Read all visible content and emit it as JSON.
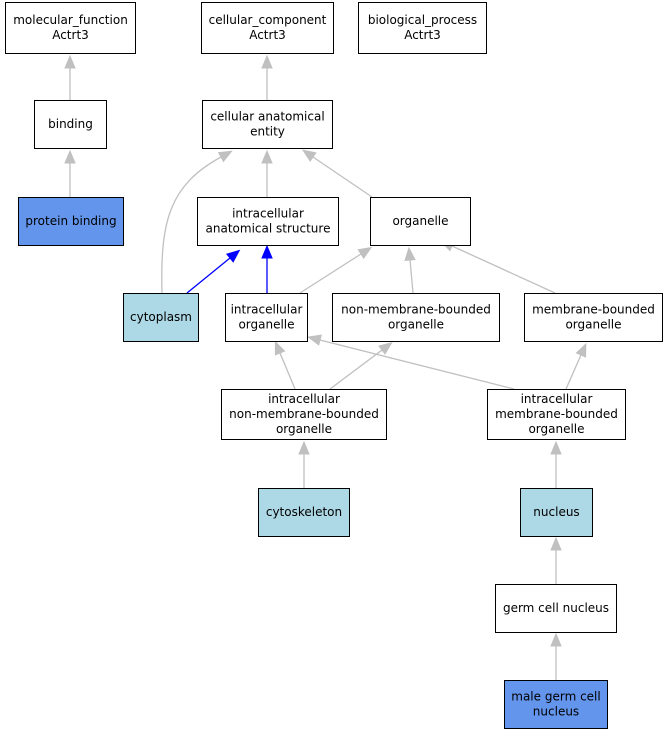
{
  "colors": {
    "edge_default": "#c0c0c0",
    "edge_highlight": "#0000ff",
    "node_default": "#ffffff",
    "node_annotated": "#add8e6",
    "node_direct": "#6495ed"
  },
  "nodes": [
    {
      "id": "molecular_function",
      "lines": [
        "molecular_function",
        "Actrt3"
      ],
      "style": "default"
    },
    {
      "id": "cellular_component",
      "lines": [
        "cellular_component",
        "Actrt3"
      ],
      "style": "default"
    },
    {
      "id": "biological_process",
      "lines": [
        "biological_process",
        "Actrt3"
      ],
      "style": "default"
    },
    {
      "id": "binding",
      "lines": [
        "binding"
      ],
      "style": "default"
    },
    {
      "id": "cellular_anatomical_entity",
      "lines": [
        "cellular anatomical",
        "entity"
      ],
      "style": "default"
    },
    {
      "id": "protein_binding",
      "lines": [
        "protein binding"
      ],
      "style": "direct"
    },
    {
      "id": "intracellular_anatomical_structure",
      "lines": [
        "intracellular",
        "anatomical structure"
      ],
      "style": "default"
    },
    {
      "id": "organelle",
      "lines": [
        "organelle"
      ],
      "style": "default"
    },
    {
      "id": "cytoplasm",
      "lines": [
        "cytoplasm"
      ],
      "style": "annotated"
    },
    {
      "id": "intracellular_organelle",
      "lines": [
        "intracellular",
        "organelle"
      ],
      "style": "default"
    },
    {
      "id": "non_membrane_bounded_organelle",
      "lines": [
        "non-membrane-bounded",
        "organelle"
      ],
      "style": "default"
    },
    {
      "id": "membrane_bounded_organelle",
      "lines": [
        "membrane-bounded",
        "organelle"
      ],
      "style": "default"
    },
    {
      "id": "intracellular_non_membrane_bounded_organelle",
      "lines": [
        "intracellular",
        "non-membrane-bounded",
        "organelle"
      ],
      "style": "default"
    },
    {
      "id": "intracellular_membrane_bounded_organelle",
      "lines": [
        "intracellular",
        "membrane-bounded",
        "organelle"
      ],
      "style": "default"
    },
    {
      "id": "cytoskeleton",
      "lines": [
        "cytoskeleton"
      ],
      "style": "annotated"
    },
    {
      "id": "nucleus",
      "lines": [
        "nucleus"
      ],
      "style": "annotated"
    },
    {
      "id": "germ_cell_nucleus",
      "lines": [
        "germ cell nucleus"
      ],
      "style": "default"
    },
    {
      "id": "male_germ_cell_nucleus",
      "lines": [
        "male germ cell",
        "nucleus"
      ],
      "style": "direct"
    }
  ],
  "edges": [
    {
      "from": "binding",
      "to": "molecular_function",
      "style": "default"
    },
    {
      "from": "protein_binding",
      "to": "binding",
      "style": "default"
    },
    {
      "from": "cellular_anatomical_entity",
      "to": "cellular_component",
      "style": "default"
    },
    {
      "from": "intracellular_anatomical_structure",
      "to": "cellular_anatomical_entity",
      "style": "default"
    },
    {
      "from": "organelle",
      "to": "cellular_anatomical_entity",
      "style": "default"
    },
    {
      "from": "cytoplasm",
      "to": "cellular_anatomical_entity",
      "style": "default"
    },
    {
      "from": "cytoplasm",
      "to": "intracellular_anatomical_structure",
      "style": "highlight"
    },
    {
      "from": "intracellular_organelle",
      "to": "intracellular_anatomical_structure",
      "style": "highlight"
    },
    {
      "from": "intracellular_organelle",
      "to": "organelle",
      "style": "default"
    },
    {
      "from": "non_membrane_bounded_organelle",
      "to": "organelle",
      "style": "default"
    },
    {
      "from": "membrane_bounded_organelle",
      "to": "organelle",
      "style": "default"
    },
    {
      "from": "intracellular_non_membrane_bounded_organelle",
      "to": "intracellular_organelle",
      "style": "default"
    },
    {
      "from": "intracellular_non_membrane_bounded_organelle",
      "to": "non_membrane_bounded_organelle",
      "style": "default"
    },
    {
      "from": "intracellular_membrane_bounded_organelle",
      "to": "intracellular_organelle",
      "style": "default"
    },
    {
      "from": "intracellular_membrane_bounded_organelle",
      "to": "membrane_bounded_organelle",
      "style": "default"
    },
    {
      "from": "cytoskeleton",
      "to": "intracellular_non_membrane_bounded_organelle",
      "style": "default"
    },
    {
      "from": "nucleus",
      "to": "intracellular_membrane_bounded_organelle",
      "style": "default"
    },
    {
      "from": "germ_cell_nucleus",
      "to": "nucleus",
      "style": "default"
    },
    {
      "from": "male_germ_cell_nucleus",
      "to": "germ_cell_nucleus",
      "style": "default"
    }
  ]
}
